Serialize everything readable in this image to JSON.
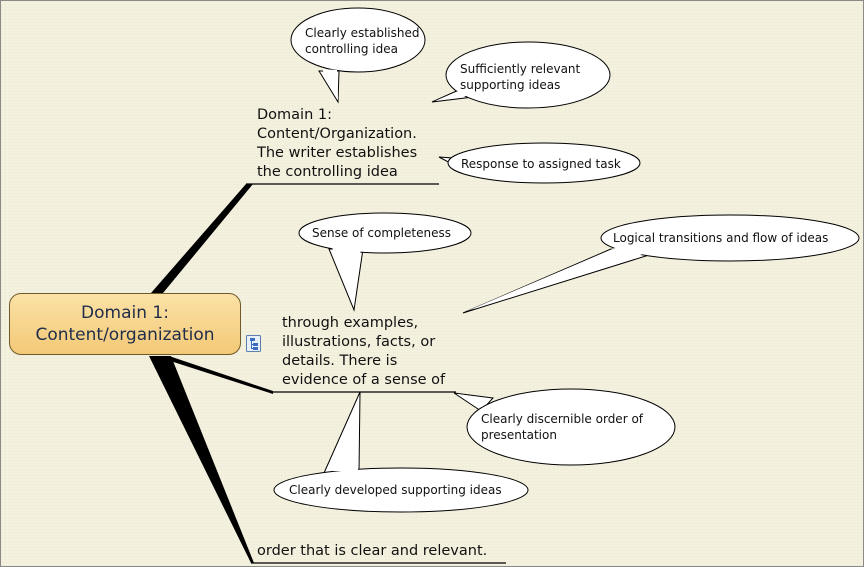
{
  "central_topic": {
    "line1": "Domain 1:",
    "line2": "Content/organization"
  },
  "topics": {
    "top": {
      "lines": [
        "Domain 1:",
        "Content/Organization.",
        "The writer establishes",
        "the controlling idea"
      ]
    },
    "middle": {
      "lines": [
        "through examples,",
        "illustrations, facts, or",
        "details. There is",
        "evidence of a sense of"
      ]
    },
    "bottom": {
      "lines": [
        "order that is clear and relevant."
      ]
    }
  },
  "callouts": {
    "controlling_idea": [
      "Clearly established",
      "controlling idea"
    ],
    "supporting_ideas": [
      "Sufficiently relevant",
      "supporting ideas"
    ],
    "assigned_task": [
      "Response to assigned task"
    ],
    "completeness": [
      "Sense of completeness"
    ],
    "transitions": [
      "Logical transitions and flow of ideas"
    ],
    "order": [
      "Clearly discernible order of",
      "presentation"
    ],
    "developed_ideas": [
      "Clearly developed supporting ideas"
    ]
  },
  "icons": {
    "map_link": "mindmap-link-icon"
  },
  "colors": {
    "background": "#f5f1df",
    "central_fill": "#f3c977",
    "central_border": "#6e5a2a",
    "central_text": "#1f2d4a",
    "branch": "#000000",
    "callout_fill": "#ffffff"
  }
}
